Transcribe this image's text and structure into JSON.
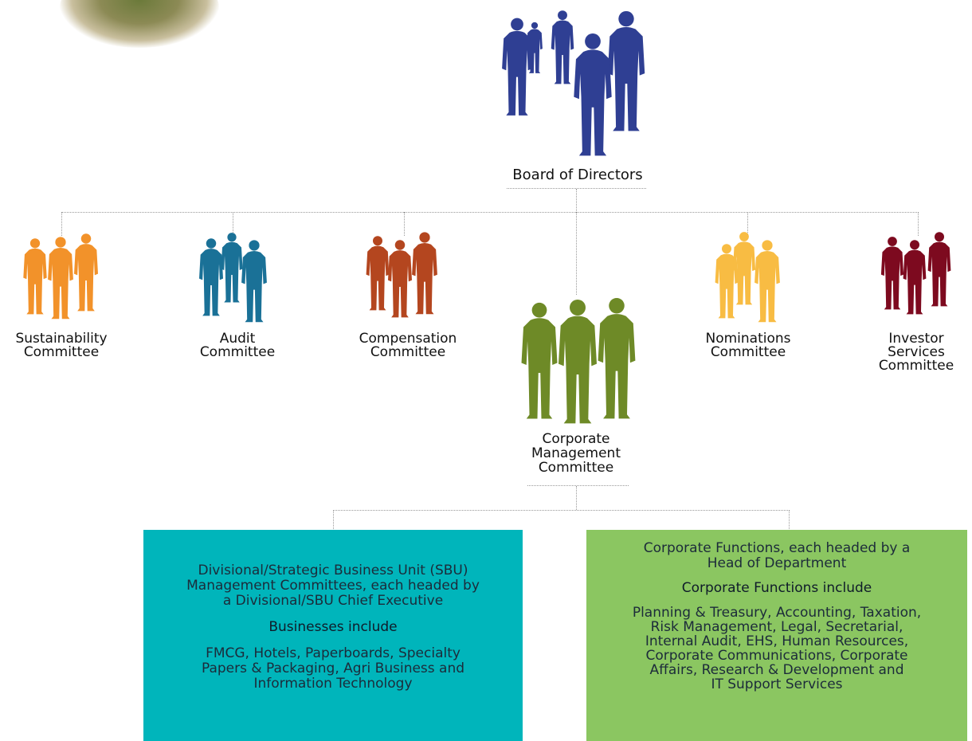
{
  "board": {
    "label": "Board of Directors",
    "color": "#2f3f93"
  },
  "committees": [
    {
      "label": "Sustainability\nCommittee",
      "color": "#f2922a"
    },
    {
      "label": "Audit\nCommittee",
      "color": "#1a7197"
    },
    {
      "label": "Compensation\nCommittee",
      "color": "#b4461f"
    },
    {
      "label": "Nominations\nCommittee",
      "color": "#f8bc43"
    },
    {
      "label": "Investor\nServices\nCommittee",
      "color": "#7d0a1f"
    }
  ],
  "cmc": {
    "label": "Corporate\nManagement\nCommittee",
    "color": "#6e8a27"
  },
  "sbu_box": {
    "intro": "Divisional/Strategic Business Unit (SBU)\nManagement Committees, each headed by\na Divisional/SBU Chief Executive",
    "heading": "Businesses include",
    "body": "FMCG, Hotels, Paperboards, Specialty\nPapers & Packaging, Agri Business and\nInformation Technology",
    "color": "#00b5bb"
  },
  "functions_box": {
    "intro": "Corporate Functions, each headed by a\nHead of Department",
    "heading": "Corporate Functions include",
    "body": "Planning & Treasury, Accounting, Taxation,\nRisk Management, Legal, Secretarial,\nInternal Audit, EHS, Human Resources,\nCorporate Communications, Corporate\nAffairs, Research & Development and\nIT Support Services",
    "color": "#8bc661"
  }
}
